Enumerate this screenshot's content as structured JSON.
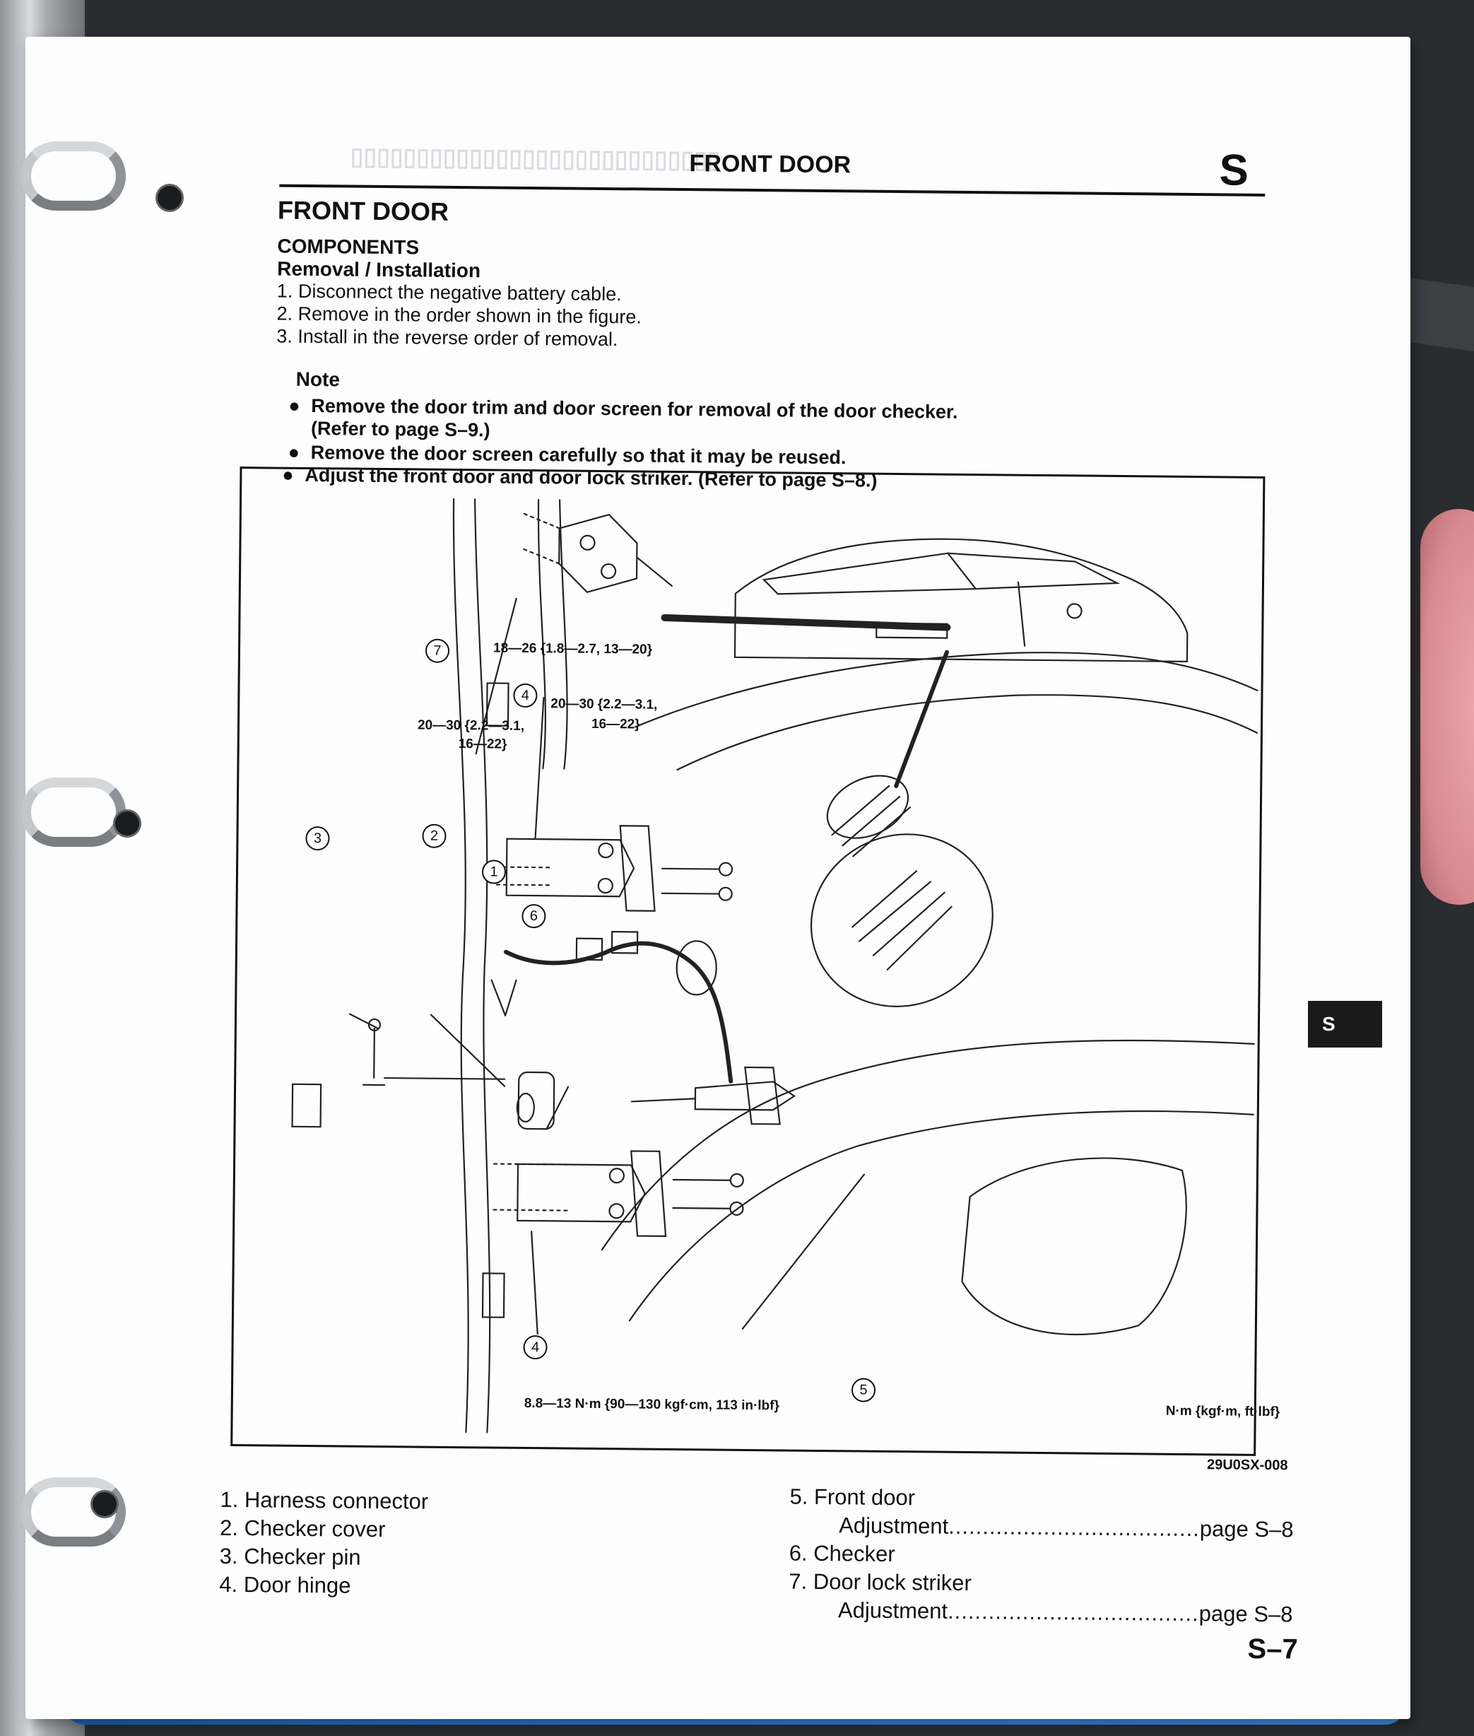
{
  "header": {
    "title": "FRONT DOOR",
    "section_letter": "S"
  },
  "section_title": "FRONT DOOR",
  "components_heading": "COMPONENTS",
  "removal_heading": "Removal / Installation",
  "steps": [
    "1. Disconnect the negative battery cable.",
    "2. Remove in the order shown in the figure.",
    "3. Install in the reverse order of removal."
  ],
  "note": {
    "heading": "Note",
    "bullets": [
      "Remove the door trim and door screen for removal of the door checker.",
      "(Refer to page S–9.)",
      "Remove the door screen carefully so that it may be reused.",
      "Adjust the front door and door lock striker. (Refer to page S–8.)"
    ]
  },
  "figure": {
    "torque_labels": [
      "18—26 {1.8—2.7, 13—20}",
      "20—30 {2.2—3.1,",
      "16—22}",
      "20—30 {2.2—3.1,",
      "16—22}",
      "8.8—13 N·m {90—130 kgf·cm, 113 in·lbf}"
    ],
    "units": "N·m {kgf·m, ft·lbf}",
    "code": "29U0SX-008",
    "callouts": [
      "1",
      "2",
      "3",
      "4",
      "4",
      "5",
      "6",
      "7"
    ]
  },
  "legend": {
    "left": [
      "1. Harness connector",
      "2. Checker cover",
      "3. Checker pin",
      "4. Door hinge"
    ],
    "right": [
      "5. Front door",
      "Adjustment",
      "page S–8",
      "6. Checker",
      "7. Door lock striker",
      "Adjustment",
      "page S–8"
    ]
  },
  "page_number": "S–7",
  "side_tab": "S",
  "colors": {
    "binder": "#2a79d4",
    "page": "#fdfdfd",
    "ink": "#111111",
    "tab": "#1a1a1a"
  }
}
